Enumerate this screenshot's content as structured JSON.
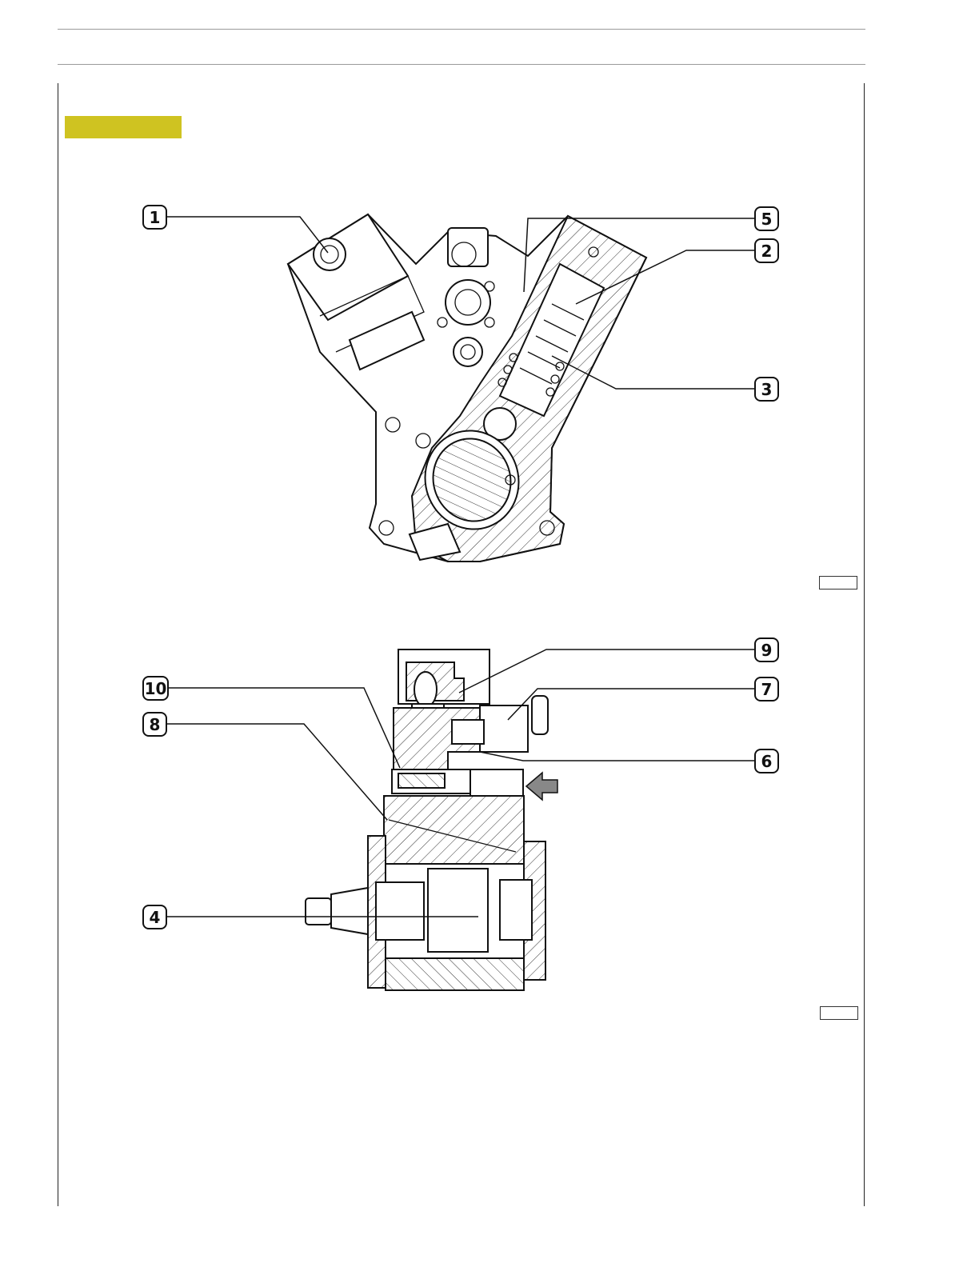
{
  "callouts": {
    "fig1": {
      "c1": "1",
      "c5": "5",
      "c2": "2",
      "c3": "3"
    },
    "fig2": {
      "c9": "9",
      "c10": "10",
      "c7": "7",
      "c8": "8",
      "c6": "6",
      "c4": "4"
    }
  },
  "colors": {
    "section_band": "#cfc321",
    "ink": "#111111",
    "rule": "#9a9a9a"
  },
  "icons": {
    "flow_arrow": "arrow-left-icon"
  }
}
